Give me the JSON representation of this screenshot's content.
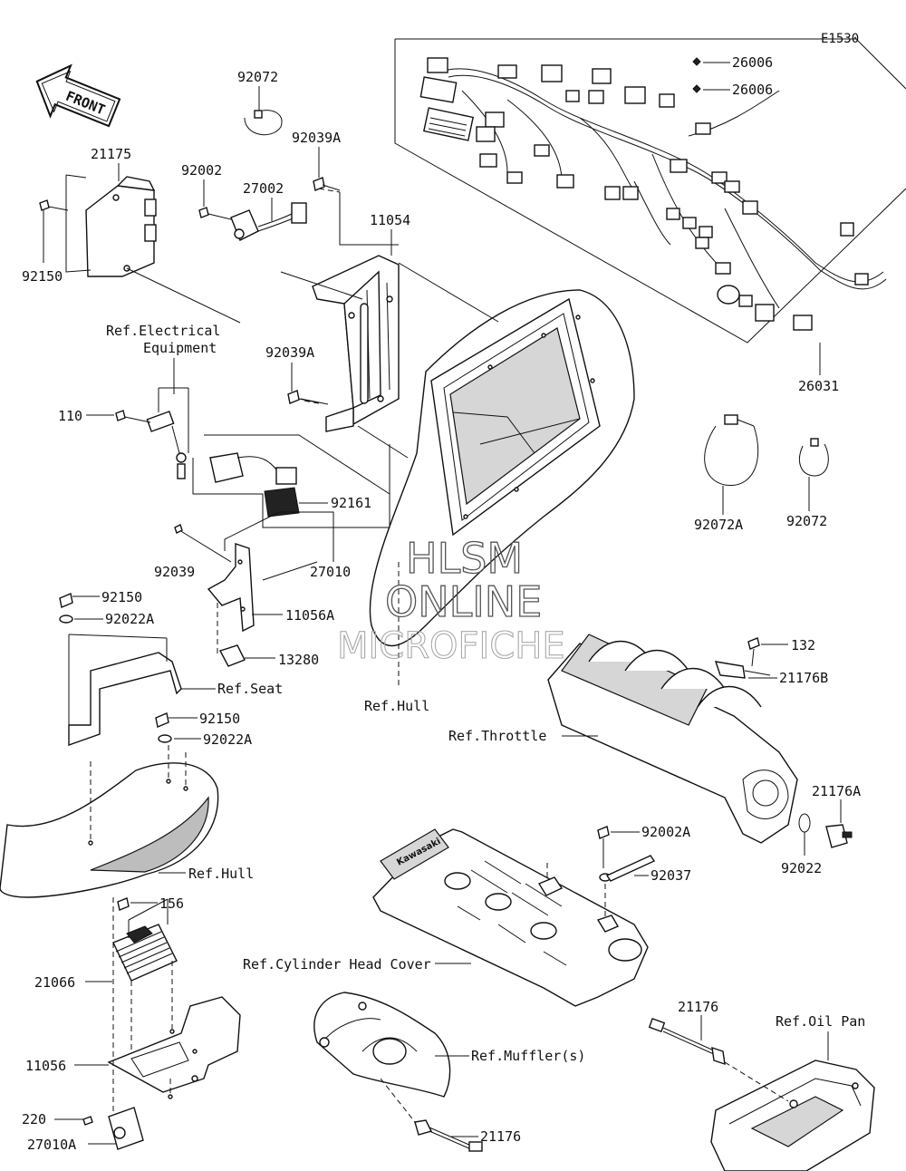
{
  "diagram_code": "E1530",
  "front_marker": "FRONT",
  "watermark": [
    "HLSM",
    "ONLINE",
    "MICROFICHE"
  ],
  "callouts": {
    "c_26006_a": "26006",
    "c_26006_b": "26006",
    "c_26031": "26031",
    "c_92072_top": "92072",
    "c_92039A_top": "92039A",
    "c_21175": "21175",
    "c_92002": "92002",
    "c_27002": "27002",
    "c_11054": "11054",
    "c_92150_a": "92150",
    "c_ref_elec_1": "Ref.Electrical",
    "c_ref_elec_2": "Equipment",
    "c_92039A_mid": "92039A",
    "c_110": "110",
    "c_92161": "92161",
    "c_92072A": "92072A",
    "c_92072_right": "92072",
    "c_92039": "92039",
    "c_27010": "27010",
    "c_11056A": "11056A",
    "c_92150_b": "92150",
    "c_92022A_a": "92022A",
    "c_13280": "13280",
    "c_ref_seat": "Ref.Seat",
    "c_ref_hull_mid": "Ref.Hull",
    "c_132": "132",
    "c_21176B": "21176B",
    "c_ref_throttle": "Ref.Throttle",
    "c_92150_c": "92150",
    "c_92022A_b": "92022A",
    "c_21176A": "21176A",
    "c_92002A": "92002A",
    "c_92022": "92022",
    "c_92037": "92037",
    "c_ref_hull_low": "Ref.Hull",
    "c_156": "156",
    "c_21066": "21066",
    "c_ref_cyl": "Ref.Cylinder Head Cover",
    "c_21176_right": "21176",
    "c_ref_oilpan": "Ref.Oil Pan",
    "c_ref_muffler": "Ref.Muffler(s)",
    "c_11056": "11056",
    "c_220": "220",
    "c_21176_low": "21176",
    "c_27010A": "27010A"
  }
}
